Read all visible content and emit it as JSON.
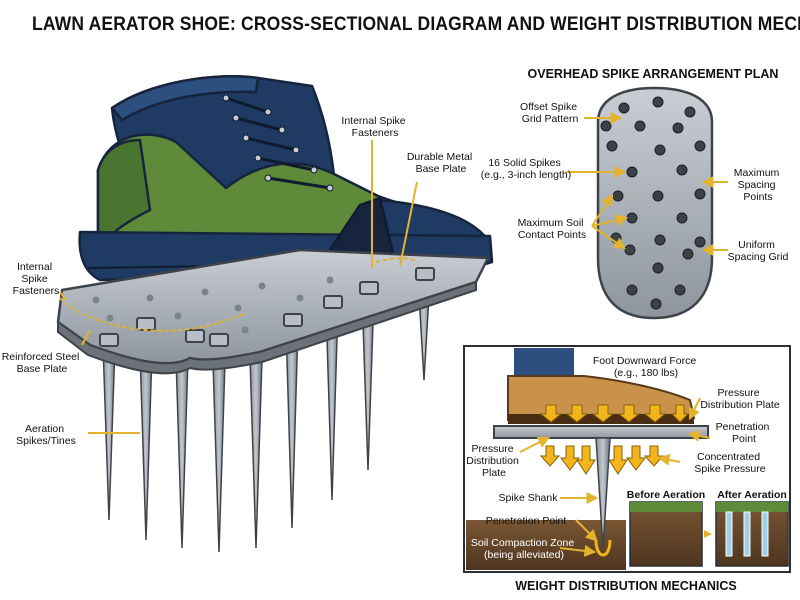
{
  "title": "LAWN AERATOR SHOE: CROSS-SECTIONAL DIAGRAM AND WEIGHT DISTRIBUTION MECHANICS",
  "left_labels": {
    "internal_spike_fasteners_top": [
      "Internal Spike",
      "Fasteners"
    ],
    "durable_metal_base_plate": [
      "Durable Metal",
      "Base Plate"
    ],
    "internal_spike_fasteners_left": [
      "Internal",
      "Spike",
      "Fasteners"
    ],
    "reinforced_steel_base_plate": [
      "Reinforced Steel",
      "Base Plate"
    ],
    "aeration_spikes": [
      "Aeration",
      "Spikes/Tines"
    ]
  },
  "overhead_plan": {
    "heading": "OVERHEAD SPIKE ARRANGEMENT PLAN",
    "offset_grid": [
      "Offset Spike",
      "Grid Pattern"
    ],
    "solid_spikes": [
      "16 Solid Spikes",
      "(e.g., 3-inch length)"
    ],
    "max_soil_contact": [
      "Maximum Soil",
      "Contact Points"
    ],
    "max_spacing": [
      "Maximum",
      "Spacing",
      "Points"
    ],
    "uniform_grid": [
      "Uniform",
      "Spacing Grid"
    ]
  },
  "weight_panel": {
    "heading": "WEIGHT DISTRIBUTION MECHANICS",
    "foot_force": [
      "Foot Downward Force",
      "(e.g., 180 lbs)"
    ],
    "pressure_plate_right": [
      "Pressure",
      "Distribution Plate"
    ],
    "penetration_point_right": [
      "Penetration",
      "Point"
    ],
    "pressure_plate_left": [
      "Pressure",
      "Distribution",
      "Plate"
    ],
    "concentrated": [
      "Concentrated",
      "Spike Pressure"
    ],
    "spike_shank": "Spike Shank",
    "penetration_point_left": "Penetration Point",
    "soil_zone": [
      "Soil Compaction Zone",
      "(being alleviated)"
    ],
    "before": "Before Aeration",
    "after": "After Aeration"
  },
  "colors": {
    "boot_blue": "#1f3a63",
    "boot_green": "#5f8a3a",
    "metal": "#a7adb4",
    "metal_dark": "#6b727a",
    "callout": "#e2b32c",
    "foot_tan": "#c8924a",
    "soil": "#6b4a2c"
  }
}
